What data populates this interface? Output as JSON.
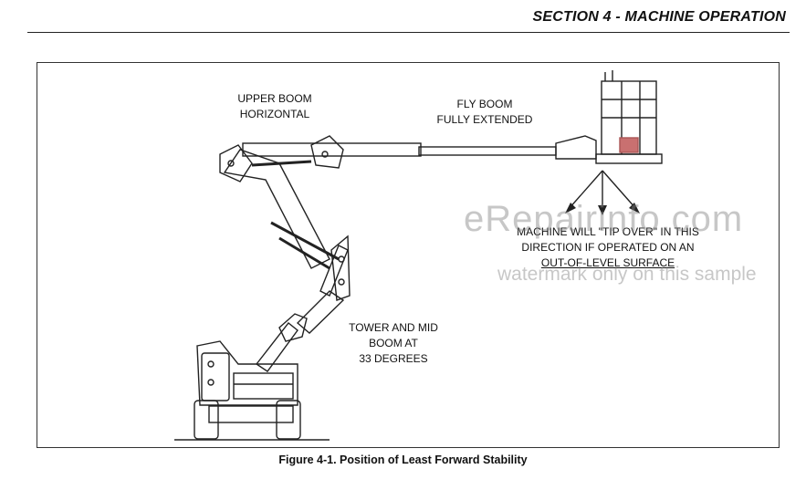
{
  "header": {
    "section_title": "SECTION 4 - MACHINE OPERATION"
  },
  "figure": {
    "labels": {
      "upper_boom": [
        "UPPER BOOM",
        "HORIZONTAL"
      ],
      "fly_boom": [
        "FLY BOOM",
        "FULLY EXTENDED"
      ],
      "tip_over": [
        "MACHINE WILL \"TIP OVER\" IN THIS",
        "DIRECTION IF OPERATED ON AN",
        "OUT-OF-LEVEL SURFACE"
      ],
      "tower": [
        "TOWER AND MID",
        "BOOM AT",
        "33 DEGREES"
      ]
    },
    "caption": "Figure 4-1. Position of Least Forward Stability"
  },
  "watermark": {
    "line1": "eRepairinfo.com",
    "line2": "watermark only on this sample"
  }
}
